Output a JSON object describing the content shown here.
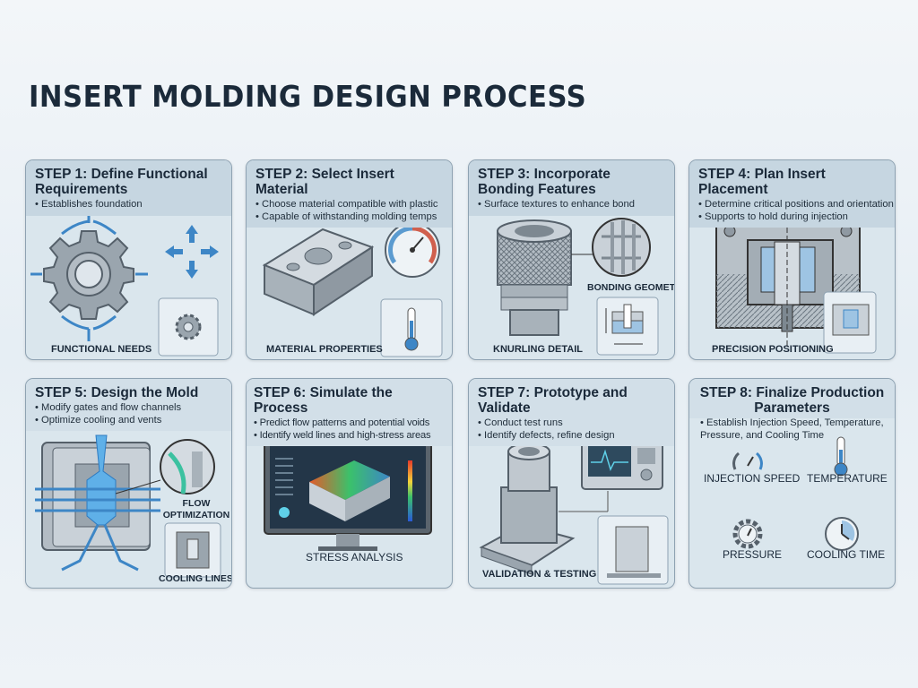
{
  "title": "INSERT MOLDING DESIGN PROCESS",
  "colors": {
    "accent": "#3d86c6",
    "card_bg": "#dae6ed",
    "card_header": "#c6d6e1",
    "title": "#1b2a3a"
  },
  "steps": [
    {
      "title": "STEP 1: Define Functional Requirements",
      "bullets": [
        "Establishes foundation"
      ],
      "captions": [
        "FUNCTIONAL NEEDS"
      ],
      "icons": [
        "gear-icon",
        "compression-arrows-icon"
      ]
    },
    {
      "title": "STEP 2: Select Insert Material",
      "bullets": [
        "Choose material compatible with plastic",
        "Capable of withstanding molding temps"
      ],
      "captions": [
        "MATERIAL PROPERTIES"
      ],
      "icons": [
        "metal-block-icon",
        "gauge-icon",
        "thermometer-icon"
      ]
    },
    {
      "title": "STEP 3: Incorporate Bonding Features",
      "bullets": [
        "Surface textures to enhance bond"
      ],
      "captions": [
        "KNURLING DETAIL",
        "BONDING GEOMETRY"
      ],
      "icons": [
        "knurled-insert-icon",
        "grooves-magnifier-icon",
        "cross-section-icon"
      ]
    },
    {
      "title": "STEP 4: Plan Insert Placement",
      "bullets": [
        "Determine critical positions and orientation",
        "Supports to hold during injection"
      ],
      "captions": [
        "PRECISION POSITIONING"
      ],
      "icons": [
        "mold-cross-section-icon"
      ]
    },
    {
      "title": "STEP 5: Design the Mold",
      "bullets": [
        "Modify gates and flow channels",
        "Optimize cooling and vents"
      ],
      "captions": [
        "FLOW OPTIMIZATION",
        "COOLING LINES"
      ],
      "icons": [
        "mold-flow-icon",
        "magnifier-icon"
      ]
    },
    {
      "title": "STEP 6: Simulate the Process",
      "bullets": [
        "Predict flow patterns and potential voids",
        "Identify weld lines and high-stress areas"
      ],
      "captions": [
        "STRESS ANALYSIS"
      ],
      "icons": [
        "monitor-simulation-icon"
      ]
    },
    {
      "title": "STEP 7: Prototype and Validate",
      "bullets": [
        "Conduct test runs",
        "Identify defects, refine design"
      ],
      "captions": [
        "VALIDATION & TESTING"
      ],
      "icons": [
        "prototype-part-icon",
        "oscilloscope-icon",
        "test-fixture-icon"
      ]
    },
    {
      "title": "STEP 8: Finalize Production Parameters",
      "bullets": [
        "Establish Injection Speed, Temperature, Pressure, and Cooling Time"
      ],
      "captions": [
        "INJECTION SPEED",
        "TEMPERATURE",
        "PRESSURE",
        "COOLING TIME"
      ],
      "icons": [
        "speedometer-icon",
        "thermometer-icon",
        "pressure-gear-icon",
        "clock-icon"
      ]
    }
  ]
}
